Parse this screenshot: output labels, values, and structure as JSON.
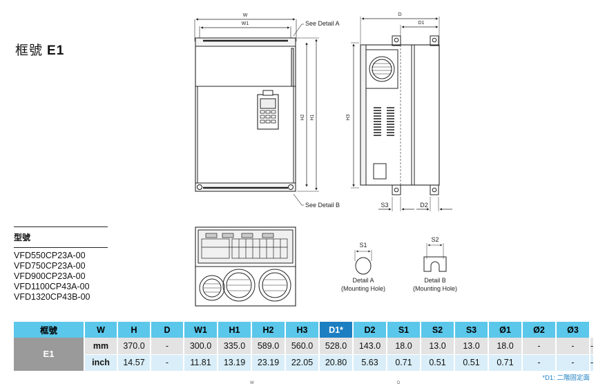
{
  "frame_title": {
    "label": "框號",
    "code": "E1"
  },
  "model": {
    "header": "型號",
    "items": [
      "VFD550CP23A-00",
      "VFD750CP23A-00",
      "VFD900CP23A-00",
      "VFD1100CP43A-00",
      "VFD1320CP43B-00"
    ]
  },
  "drawing_labels": {
    "W": "W",
    "W1": "W1",
    "D": "D",
    "D1": "D1",
    "H1": "H1",
    "H2": "H2",
    "H3": "H3",
    "S3": "S3",
    "D2": "D2",
    "detail_a_callout": "See Detail A",
    "detail_b_callout": "See Detail B",
    "S1": "S1",
    "S2": "S2",
    "detail_a_title": "Detail A",
    "detail_b_title": "Detail B",
    "mounting_hole": "(Mounting Hole)"
  },
  "table": {
    "headers": [
      "框號",
      "W",
      "H",
      "D",
      "W1",
      "H1",
      "H2",
      "H3",
      "D1*",
      "D2",
      "S1",
      "S2",
      "S3",
      "Ø1",
      "Ø2",
      "Ø3"
    ],
    "frame": "E1",
    "rows": [
      {
        "unit": "mm",
        "values": [
          "370.0",
          "-",
          "300.0",
          "335.0",
          "589.0",
          "560.0",
          "528.0",
          "143.0",
          "18.0",
          "13.0",
          "13.0",
          "18.0",
          "-",
          "-",
          "-"
        ]
      },
      {
        "unit": "inch",
        "values": [
          "14.57",
          "-",
          "11.81",
          "13.19",
          "23.19",
          "22.05",
          "20.80",
          "5.63",
          "0.71",
          "0.51",
          "0.51",
          "0.71",
          "-",
          "-",
          "-"
        ]
      }
    ]
  },
  "footnote": "*D1: 二階固定面",
  "cutoff": {
    "w": "W",
    "d": "D"
  },
  "colors": {
    "header_blue": "#5bc7ea",
    "highlight_blue": "#1c7fc2",
    "row_gray": "#e3e3e3",
    "row_lightblue": "#d9eef8",
    "frame_gray": "#9a9a9a"
  }
}
